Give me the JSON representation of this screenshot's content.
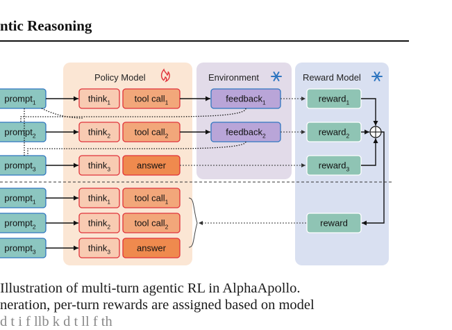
{
  "heading": "ntic Reasoning",
  "panels": {
    "policy": "Policy Model",
    "environment": "Environment",
    "reward": "Reward Model"
  },
  "rows": [
    {
      "prompt": "prompt",
      "sub": "1",
      "think": "think",
      "think_sub": "1",
      "action": "tool call",
      "action_sub": "1",
      "feedback": "feedback",
      "feedback_sub": "1",
      "reward": "reward",
      "reward_sub": "1"
    },
    {
      "prompt": "prompt",
      "sub": "2",
      "think": "think",
      "think_sub": "2",
      "action": "tool call",
      "action_sub": "2",
      "feedback": "feedback",
      "feedback_sub": "2",
      "reward": "reward",
      "reward_sub": "2"
    },
    {
      "prompt": "prompt",
      "sub": "3",
      "think": "think",
      "think_sub": "3",
      "action": "answer",
      "action_sub": "",
      "feedback": "",
      "feedback_sub": "",
      "reward": "reward",
      "reward_sub": "3"
    }
  ],
  "lower_rows": [
    {
      "prompt": "prompt",
      "sub": "1",
      "think": "think",
      "think_sub": "1",
      "action": "tool call",
      "action_sub": "1"
    },
    {
      "prompt": "prompt",
      "sub": "2",
      "think": "think",
      "think_sub": "2",
      "action": "tool call",
      "action_sub": "2"
    },
    {
      "prompt": "prompt",
      "sub": "3",
      "think": "think",
      "think_sub": "3",
      "action": "answer",
      "action_sub": ""
    }
  ],
  "lower_reward": "reward",
  "caption": {
    "line1": "Illustration of multi-turn agentic RL in AlphaApollo.",
    "line2": "neration, per-turn rewards are assigned based on model",
    "line3": "d t i f llb k d t ll f th"
  },
  "colors": {
    "policy_bg": "#fbe6d4",
    "env_bg": "#e2dbe9",
    "reward_bg": "#d9e0f1",
    "prompt_fill": "#8cc6c0",
    "think_fill": "#f8cbb2",
    "toolcall_fill": "#f2a77a",
    "answer_fill": "#ef8a4e",
    "feedback_fill": "#b9a5d8",
    "reward_fill": "#8fc4b4",
    "red_border": "#e0323a",
    "blue_border": "#2f76c0"
  }
}
